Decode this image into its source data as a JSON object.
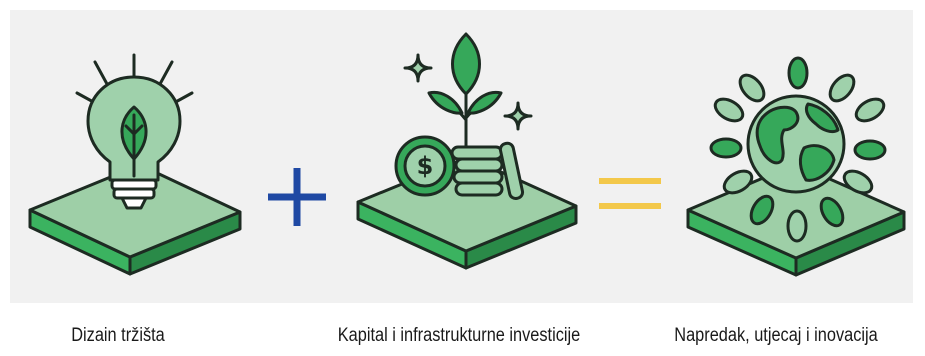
{
  "captions": {
    "left": "Dizain tržišta",
    "middle": "Kapital i infrastrukturne investicije",
    "right": "Napredak, utjecaj i inovacija"
  },
  "icons": {
    "left": "lightbulb-leaf-icon",
    "middle": "coins-plant-icon",
    "right": "globe-leaves-icon",
    "operator_1": "plus-icon",
    "operator_2": "equals-icon"
  },
  "colors": {
    "panel_bg": "#f1f1f1",
    "outline": "#1d2b22",
    "top_face": "#9ecfa7",
    "front_face": "#3bb360",
    "side_face": "#2a8a48",
    "icon_fill": "#9fd1ab",
    "icon_dark": "#36a85a",
    "plus": "#1f49a4",
    "equals": "#f3c84a"
  }
}
